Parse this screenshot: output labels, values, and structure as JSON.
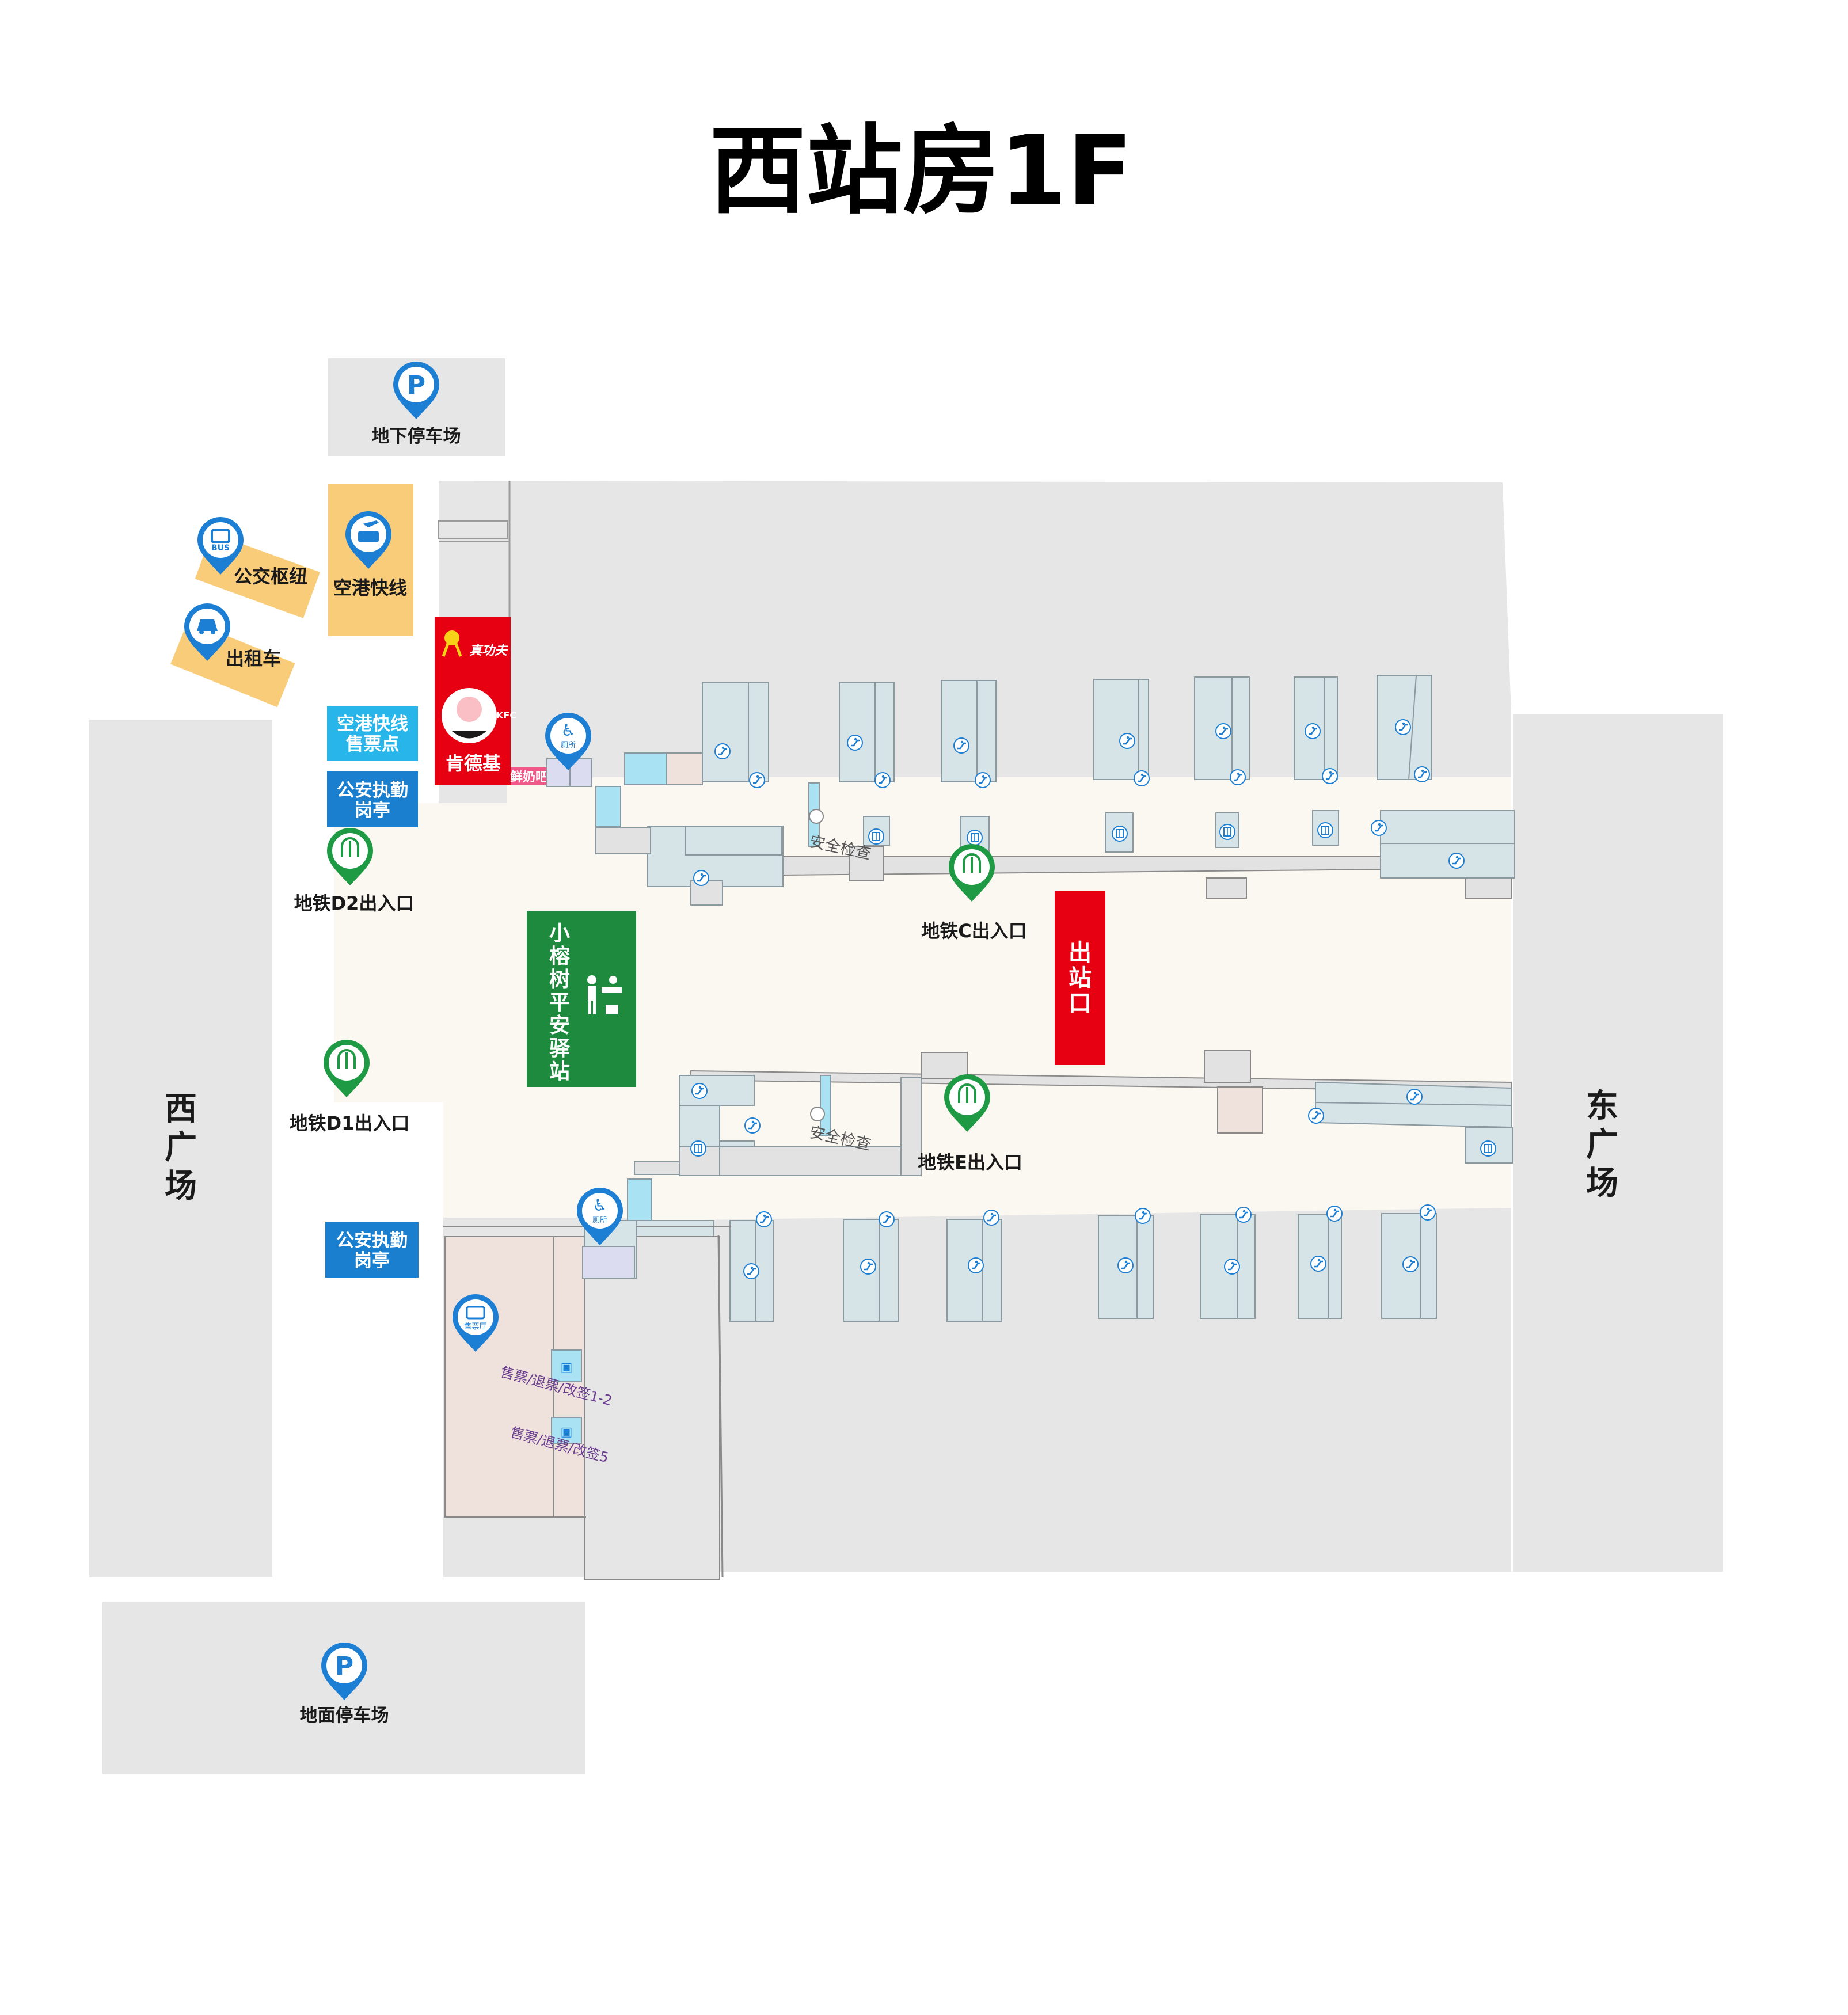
{
  "title": "西站房1F",
  "plazas": {
    "west": "西广场",
    "east": "东广场"
  },
  "parking": {
    "underground": "地下停车场",
    "ground": "地面停车场"
  },
  "transport": {
    "bus_hub": "公交枢纽",
    "bus_badge": "BUS",
    "taxi": "出租车",
    "airport_express": "空港快线"
  },
  "ticket_office": {
    "line1": "空港快线",
    "line2": "售票点"
  },
  "police": {
    "line1": "公安执勤",
    "line2": "岗亭"
  },
  "restaurants": {
    "zhengongfu": "真功夫",
    "kfc": "肯德基",
    "kfc_badge": "KFC",
    "milk_bar": "鲜奶吧"
  },
  "restroom": "厕所",
  "ticket_hall": "售票厅",
  "ticket_windows": [
    "售票/退票/改签1-2",
    "售票/退票/改签5"
  ],
  "security": [
    "安全检查",
    "安全检查"
  ],
  "metro": {
    "c": "地铁C出入口",
    "d1": "地铁D1出入口",
    "d2": "地铁D2出入口",
    "e": "地铁E出入口"
  },
  "exit": "出站口",
  "service_station": "小榕树平安驿站",
  "colors": {
    "gray_block": "#e6e6e6",
    "concourse": "#fbf7f1",
    "gate_room": "#d6e4e8",
    "gate_stroke": "#8a9aa0",
    "light_blue": "#a9e2f2",
    "orange": "#f9cc7a",
    "cyan": "#27b5ea",
    "police_blue": "#1a7fcf",
    "kfc_red": "#e60012",
    "exit_red": "#e60012",
    "green": "#1e8a3e",
    "pin_blue": "#1d7fd4",
    "pin_green": "#1f9a44",
    "pink_room": "#efe2dc"
  }
}
